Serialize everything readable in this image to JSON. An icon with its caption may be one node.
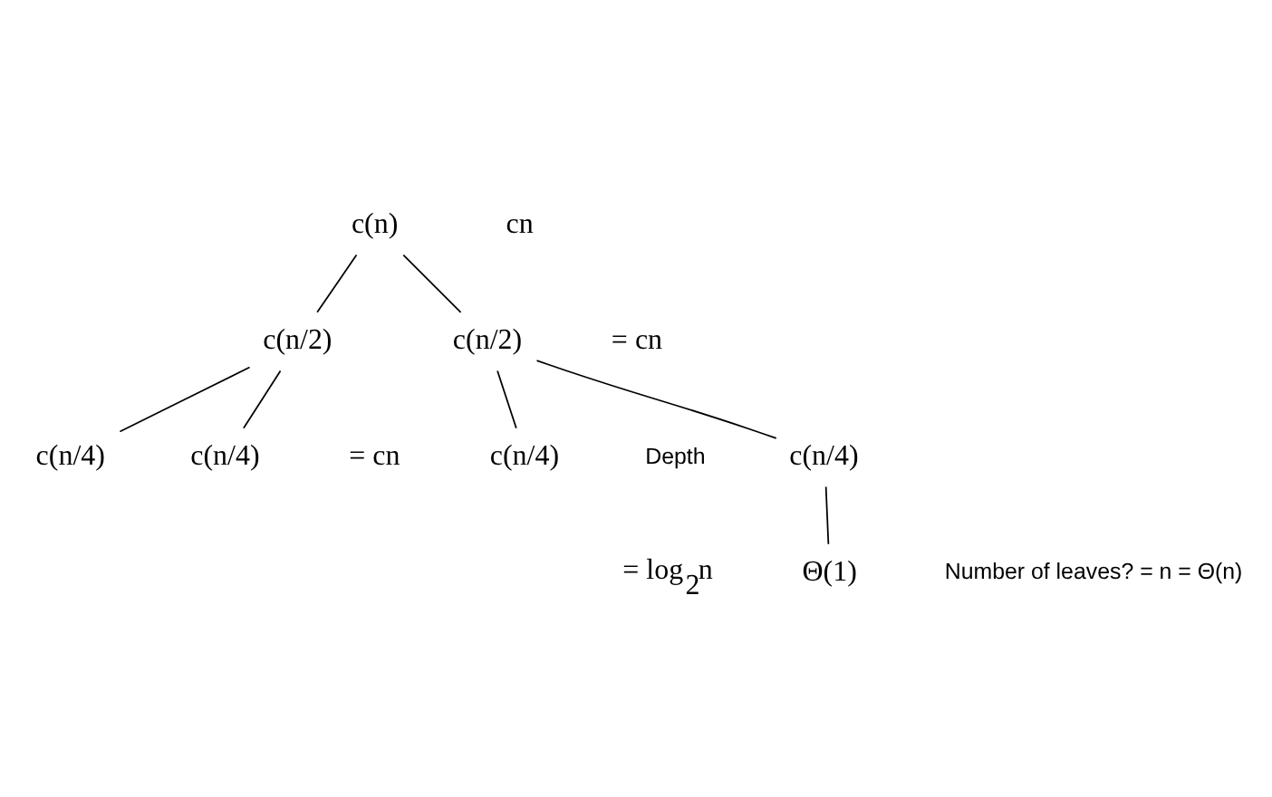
{
  "diagram": {
    "nodes": [
      {
        "text": [
          "c(n)"
        ]
      },
      {
        "text": [
          "c(n/2)"
        ]
      },
      {
        "text": [
          "c(n/2)"
        ]
      },
      {
        "text": [
          "c(n/4)"
        ]
      },
      {
        "text": [
          "c(n/4)"
        ]
      },
      {
        "text": [
          "c(n/4)"
        ]
      },
      {
        "text": [
          "c(n/4)"
        ]
      },
      {
        "text": [
          "Θ(1)"
        ]
      }
    ],
    "edges": [
      {
        "from": 0,
        "to": 1,
        "arrow": "none"
      },
      {
        "from": 0,
        "to": 2,
        "arrow": "none"
      },
      {
        "from": 1,
        "to": 3,
        "arrow": "none"
      },
      {
        "from": 1,
        "to": 4,
        "arrow": "none"
      },
      {
        "from": 2,
        "to": 5,
        "arrow": "none"
      },
      {
        "from": 2,
        "to": 6,
        "arrow": "none"
      },
      {
        "from": 3,
        "to": 7,
        "arrow": "none"
      }
    ],
    "labels": [
      "cn",
      "= cn",
      "= cn",
      "Depth",
      "= log$_{2}$n",
      "Number of leaves? = n = Θ(n)"
    ]
  }
}
